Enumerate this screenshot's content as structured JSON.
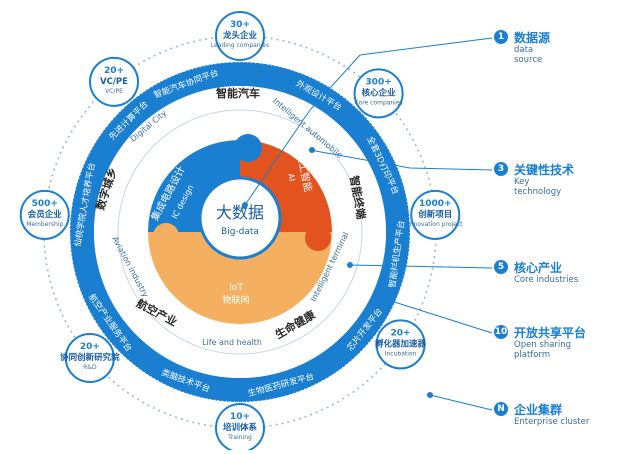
{
  "center": {
    "cn": "大数据",
    "en": "Big-data"
  },
  "sectors": {
    "ic": {
      "cn": "集成电路设计",
      "en": "IC design",
      "color": "#1a7fd1"
    },
    "ai": {
      "cn": "人工智能",
      "en": "AI",
      "color": "#e2531f"
    },
    "iot": {
      "cn": "物联网",
      "en": "IoT",
      "color": "#f4b060"
    }
  },
  "ring_labels": {
    "auto_cn": "智能汽车",
    "auto_en": "Intelligent automobile",
    "terminal_cn": "智能终端",
    "terminal_en": "Intelligent terminal",
    "health_cn": "生命健康",
    "health_en": "Life and health",
    "aviation_cn": "航空产业",
    "aviation_en": "Aviation industry",
    "digital_cn": "数字城乡",
    "digital_en": "Digital City"
  },
  "platforms": [
    "智能汽车协同平台",
    "外观设计平台",
    "全套3D打印平台",
    "智能样机生产平台",
    "芯片开发平台",
    "生物医药研发平台",
    "类脑技术平台",
    "航空产业服务平台",
    "仙桃学院人才培养平台",
    "先进计算平台"
  ],
  "nodes": [
    {
      "num": "30+",
      "cn": "龙头企业",
      "en": "Leading companies"
    },
    {
      "num": "300+",
      "cn": "核心企业",
      "en": "Core companies"
    },
    {
      "num": "1000+",
      "cn": "创新项目",
      "en": "Innovation project"
    },
    {
      "num": "20+",
      "cn": "孵化器加速器",
      "en": "Incubation"
    },
    {
      "num": "10+",
      "cn": "培训体系",
      "en": "Training"
    },
    {
      "num": "20+",
      "cn": "协同创新研究院",
      "en": "R&D"
    },
    {
      "num": "500+",
      "cn": "会员企业",
      "en": "Membership"
    },
    {
      "num": "20+",
      "cn": "VC/PE",
      "en": "VC/PE"
    }
  ],
  "legend": [
    {
      "num": "1",
      "cn": "数据源",
      "en1": "data",
      "en2": "source"
    },
    {
      "num": "3",
      "cn": "关键性技术",
      "en1": "Key",
      "en2": "technology"
    },
    {
      "num": "5",
      "cn": "核心产业",
      "en1": "Core industries",
      "en2": ""
    },
    {
      "num": "10",
      "cn": "开放共享平台",
      "en1": "Open sharing",
      "en2": "platform"
    },
    {
      "num": "N",
      "cn": "企业集群",
      "en1": "Enterprise cluster",
      "en2": ""
    }
  ],
  "colors": {
    "primary": "#1a7fd1",
    "orange": "#e2531f",
    "yellow": "#f4b060",
    "ring_text": "#3a6f9c"
  }
}
